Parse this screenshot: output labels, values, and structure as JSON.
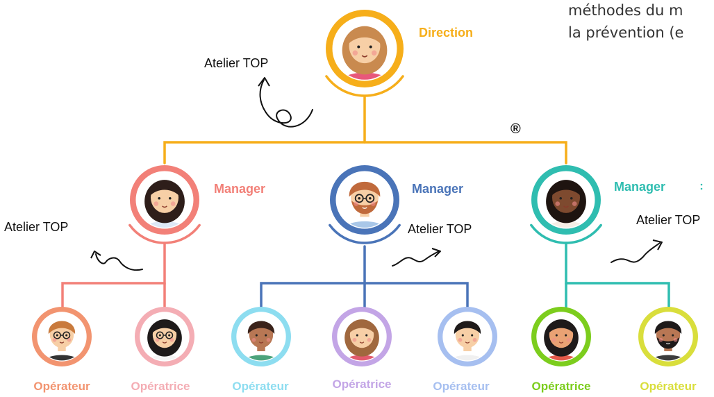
{
  "corner_text": {
    "line1": "méthodes du m",
    "line2": "la prévention (e"
  },
  "registered_mark": "®",
  "colors": {
    "direction": "#F6AE1A",
    "manager_left": "#F28078",
    "manager_center": "#4A74B8",
    "manager_right": "#2FBDB0",
    "operator_1": "#F29470",
    "operator_2": "#F4ADB4",
    "operator_3": "#8DDDF0",
    "operator_4": "#C3A5E6",
    "operator_5": "#A6BFF0",
    "operator_6": "#7CCD1D",
    "operator_7": "#D9DE3C",
    "text_dark": "#111111"
  },
  "direction": {
    "label": "Direction",
    "avatar": "woman-ginger-hair-avatar"
  },
  "managers": [
    {
      "label": "Manager",
      "avatar": "woman-black-hair-avatar"
    },
    {
      "label": "Manager",
      "avatar": "man-red-beard-glasses-avatar"
    },
    {
      "label": "Manager",
      "avatar": "woman-dark-skin-avatar"
    }
  ],
  "atelier_labels": [
    "Atelier TOP",
    "Atelier TOP",
    "Atelier TOP",
    "Atelier TOP"
  ],
  "operators": [
    {
      "label": "Opérateur",
      "avatar": "man-glasses-avatar"
    },
    {
      "label": "Opératrice",
      "avatar": "woman-glasses-avatar"
    },
    {
      "label": "Opérateur",
      "avatar": "man-brown-skin-avatar"
    },
    {
      "label": "Opératrice",
      "avatar": "woman-brown-hair-avatar"
    },
    {
      "label": "Opérateur",
      "avatar": "man-black-hair-avatar"
    },
    {
      "label": "Opératrice",
      "avatar": "woman-black-hair-avatar"
    },
    {
      "label": "Opérateur",
      "avatar": "man-beard-avatar"
    }
  ]
}
